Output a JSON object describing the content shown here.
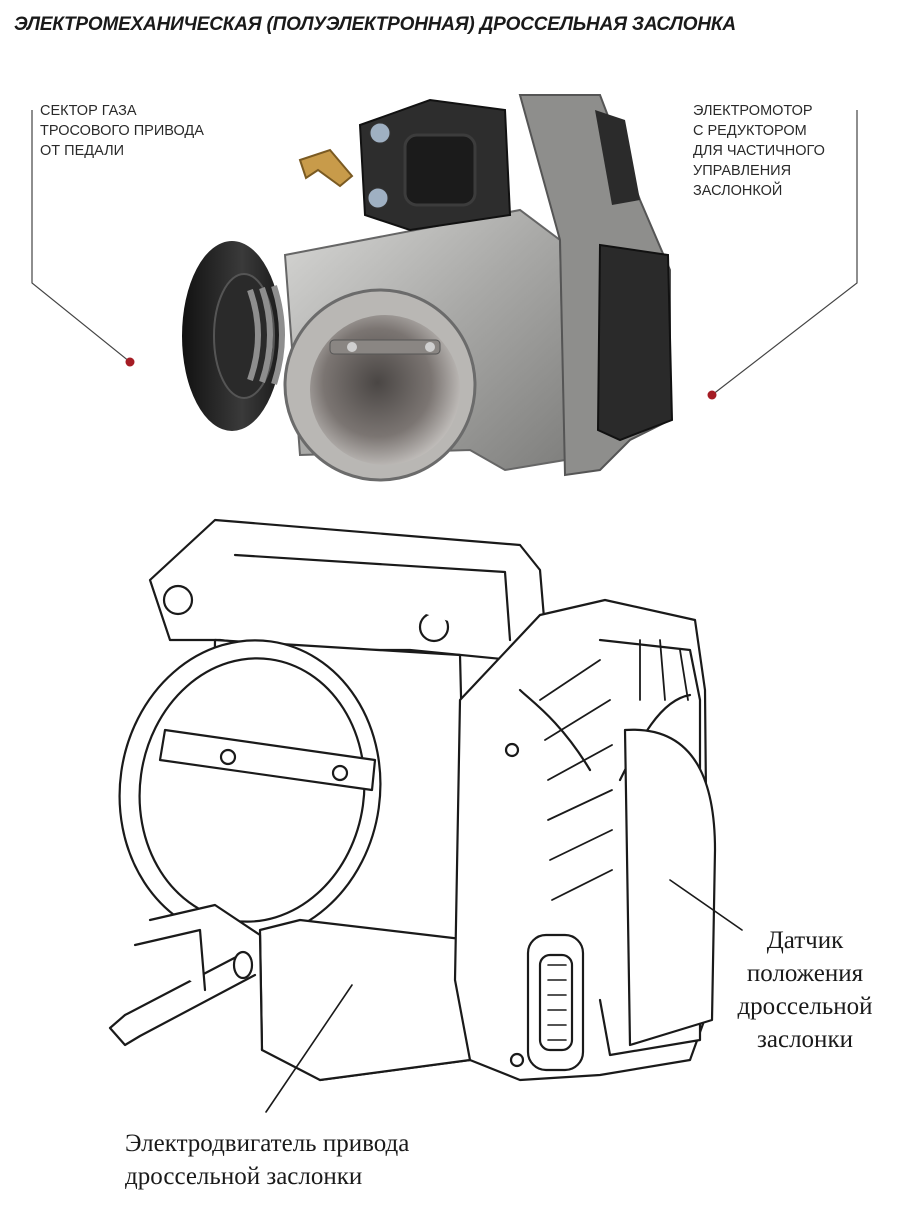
{
  "title": "ЭЛЕКТРОМЕХАНИЧЕСКАЯ (ПОЛУЭЛЕКТРОННАЯ) ДРОССЕЛЬНАЯ ЗАСЛОНКА",
  "callouts": {
    "left": [
      "СЕКТОР ГАЗА",
      "ТРОСОВОГО ПРИВОДА",
      "ОТ ПЕДАЛИ"
    ],
    "right": [
      "ЭЛЕКТРОМОТОР",
      "С РЕДУКТОРОМ",
      "ДЛЯ ЧАСТИЧНОГО",
      "УПРАВЛЕНИЯ",
      "ЗАСЛОНКОЙ"
    ]
  },
  "diagram_labels": {
    "sensor": [
      "Датчик",
      "положения",
      "дроссельной",
      "заслонки"
    ],
    "motor": [
      "Электродвигатель привода",
      "дроссельной заслонки"
    ]
  },
  "colors": {
    "marker": "#a51c24",
    "metal": "#9a9a9a",
    "dark": "#2b2b2b"
  }
}
